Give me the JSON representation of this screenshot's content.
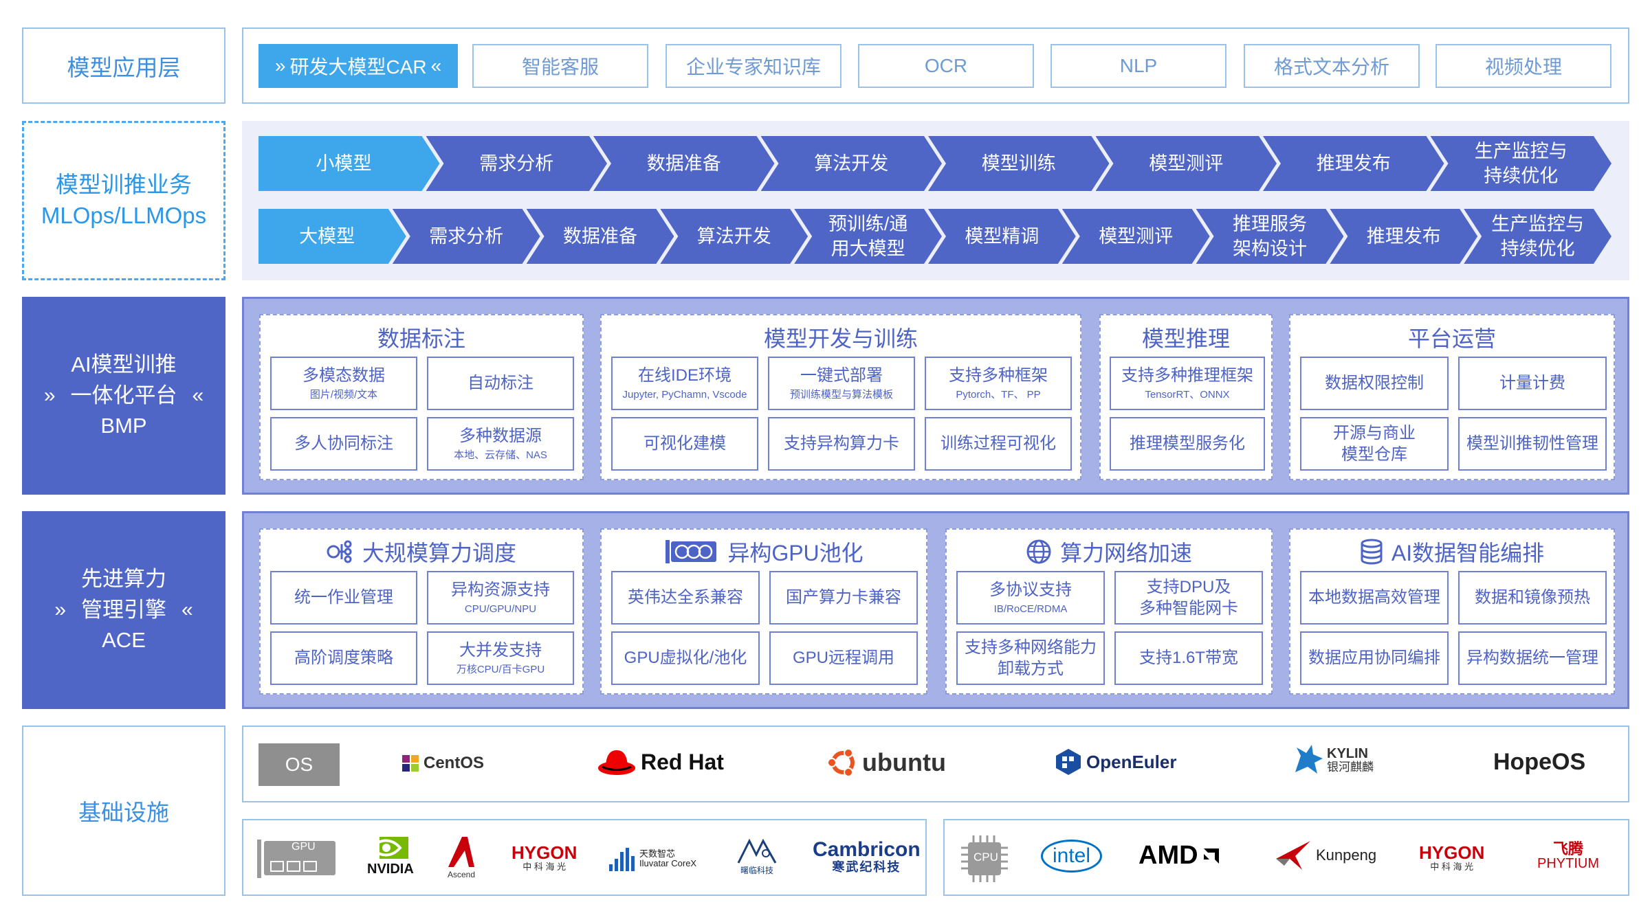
{
  "layers": {
    "app": "模型应用层",
    "train_l1": "模型训推业务",
    "train_l2": "MLOps/LLMOps",
    "bmp_l1": "AI模型训推",
    "bmp_l2": "一体化平台",
    "bmp_l3": "BMP",
    "ace_l1": "先进算力",
    "ace_l2": "管理引擎",
    "ace_l3": "ACE",
    "infra": "基础设施"
  },
  "chevron_left": "»",
  "chevron_right": "«",
  "apps": [
    "研发大模型CAR",
    "智能客服",
    "企业专家知识库",
    "OCR",
    "NLP",
    "格式文本分析",
    "视频处理"
  ],
  "small_flow": [
    "小模型",
    "需求分析",
    "数据准备",
    "算法开发",
    "模型训练",
    "模型测评",
    "推理发布",
    "生产监控与\n持续优化"
  ],
  "large_flow": [
    "大模型",
    "需求分析",
    "数据准备",
    "算法开发",
    "预训练/通\n用大模型",
    "模型精调",
    "模型测评",
    "推理服务\n架构设计",
    "推理发布",
    "生产监控与\n持续优化"
  ],
  "bmp": {
    "data_label": {
      "title": "数据标注",
      "cells": [
        [
          "多模态数据",
          "图片/视频/文本"
        ],
        [
          "自动标注",
          ""
        ],
        [
          "多人协同标注",
          ""
        ],
        [
          "多种数据源",
          "本地、云存储、NAS"
        ]
      ]
    },
    "model_dev": {
      "title": "模型开发与训练",
      "cells": [
        [
          "在线IDE环境",
          "Jupyter, PyChamn, Vscode"
        ],
        [
          "一键式部署",
          "预训练模型与算法模板"
        ],
        [
          "支持多种框架",
          "Pytorch、TF、 PP"
        ],
        [
          "可视化建模",
          ""
        ],
        [
          "支持异构算力卡",
          ""
        ],
        [
          "训练过程可视化",
          ""
        ]
      ]
    },
    "inference": {
      "title": "模型推理",
      "cells": [
        [
          "支持多种推理框架",
          "TensorRT、ONNX"
        ],
        [
          "推理模型服务化",
          ""
        ]
      ]
    },
    "ops": {
      "title": "平台运营",
      "cells": [
        [
          "数据权限控制",
          ""
        ],
        [
          "计量计费",
          ""
        ],
        [
          "开源与商业\n模型仓库",
          ""
        ],
        [
          "模型训推韧性管理",
          ""
        ]
      ]
    }
  },
  "ace": {
    "schedule": {
      "title": "大规模算力调度",
      "icon": "schedule-nodes-icon",
      "cells": [
        [
          "统一作业管理",
          ""
        ],
        [
          "异构资源支持",
          "CPU/GPU/NPU"
        ],
        [
          "高阶调度策略",
          ""
        ],
        [
          "大并发支持",
          "万核CPU/百卡GPU"
        ]
      ]
    },
    "gpu_pool": {
      "title": "异构GPU池化",
      "icon": "gpu-card-icon",
      "cells": [
        [
          "英伟达全系兼容",
          ""
        ],
        [
          "国产算力卡兼容",
          ""
        ],
        [
          "GPU虚拟化/池化",
          ""
        ],
        [
          "GPU远程调用",
          ""
        ]
      ]
    },
    "network": {
      "title": "算力网络加速",
      "icon": "globe-icon",
      "cells": [
        [
          "多协议支持",
          "IB/RoCE/RDMA"
        ],
        [
          "支持DPU及\n多种智能网卡",
          ""
        ],
        [
          "支持多种网络能力\n卸载方式",
          ""
        ],
        [
          "支持1.6T带宽",
          ""
        ]
      ]
    },
    "data": {
      "title": "AI数据智能编排",
      "icon": "database-icon",
      "cells": [
        [
          "本地数据高效管理",
          ""
        ],
        [
          "数据和镜像预热",
          ""
        ],
        [
          "数据应用协同编排",
          ""
        ],
        [
          "异构数据统一管理",
          ""
        ]
      ]
    }
  },
  "infra": {
    "os_label": "OS",
    "os_logos": [
      "CentOS",
      "Red Hat",
      "ubuntu",
      "OpenEuler",
      "KYLIN",
      "银河麒麟",
      "HopeOS"
    ],
    "gpu_label": "GPU",
    "gpu_logos": [
      "NVIDIA",
      "Ascend",
      "HYGON",
      "中 科 海 光",
      "天数智芯",
      "Iluvatar CoreX",
      "曙临科技",
      "Cambricon",
      "寒武纪科技"
    ],
    "cpu_label": "CPU",
    "cpu_logos": [
      "intel",
      "AMD",
      "Kunpeng",
      "HYGON",
      "中 科 海 光",
      "飞腾",
      "PHYTIUM"
    ]
  },
  "colors": {
    "accent_blue": "#3ea6ea",
    "indigo": "#4f66c7",
    "panel_bg": "#a6b1e7",
    "redhat": "#e00",
    "nvidia": "#76b900",
    "amd": "#000000"
  }
}
